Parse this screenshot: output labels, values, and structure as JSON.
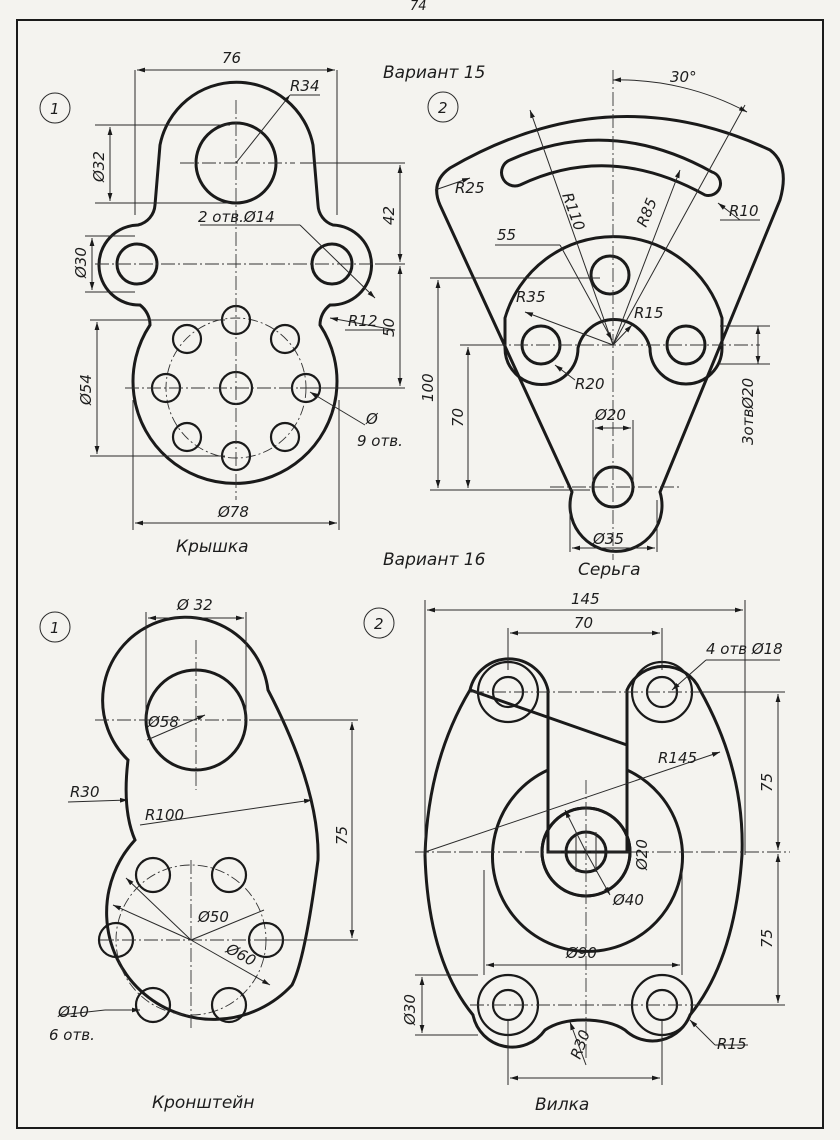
{
  "page_number": "74",
  "variants": [
    "Вариант 15",
    "Вариант 16"
  ],
  "part_numbers": [
    "1",
    "2"
  ],
  "parts": {
    "kryshka": {
      "title": "Крышка",
      "dims": [
        "76",
        "R34",
        "Ø32",
        "42",
        "2 отв.Ø14",
        "Ø30",
        "R12",
        "50",
        "Ø54",
        "Ø",
        "9 отв.",
        "Ø78"
      ]
    },
    "sergа": {
      "title": "Серьга",
      "dims": [
        "30°",
        "R25",
        "R110",
        "R85",
        "R10",
        "55",
        "R35",
        "R15",
        "R20",
        "100",
        "70",
        "3отвØ20",
        "Ø20",
        "Ø35"
      ]
    },
    "kronshtein": {
      "title": "Кронштейн",
      "dims": [
        "Ø 32",
        "Ø58",
        "R30",
        "R100",
        "75",
        "Ø50",
        "Ø60",
        "Ø10",
        "6 отв."
      ]
    },
    "vilka": {
      "title": "Вилка",
      "dims": [
        "145",
        "70",
        "4 отв Ø18",
        "R145",
        "75",
        "Ø20",
        "Ø40",
        "75",
        "Ø90",
        "Ø30",
        "R30",
        "R15"
      ]
    }
  }
}
